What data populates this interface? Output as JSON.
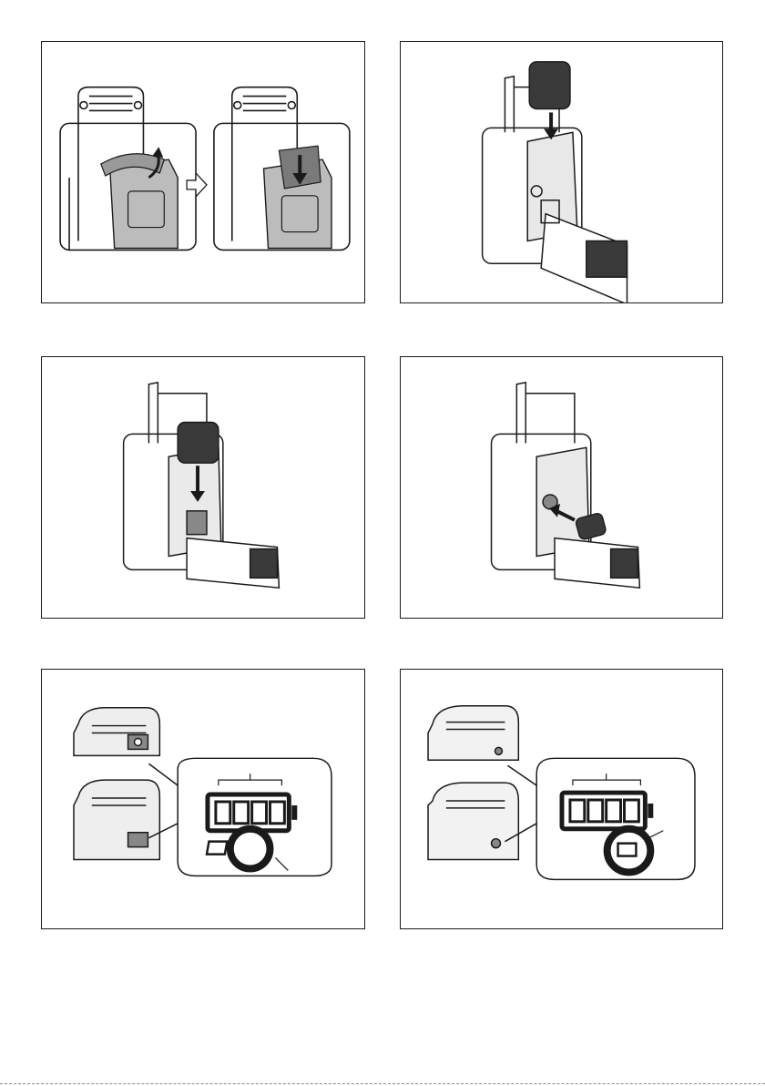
{
  "figures": [
    {
      "id": "fig-1",
      "subject": "radio-handle-latch"
    },
    {
      "id": "fig-2",
      "subject": "insert-battery-top"
    },
    {
      "id": "fig-3",
      "subject": "insert-battery-side"
    },
    {
      "id": "fig-4",
      "subject": "insert-plug"
    },
    {
      "id": "fig-5",
      "subject": "battery-indicator-small"
    },
    {
      "id": "fig-6",
      "subject": "battery-indicator-large"
    }
  ],
  "colors": {
    "line": "#1a1a1a",
    "shade": "#bcbcbc",
    "dark": "#3a3a3a",
    "battery_fill": "#555555"
  }
}
